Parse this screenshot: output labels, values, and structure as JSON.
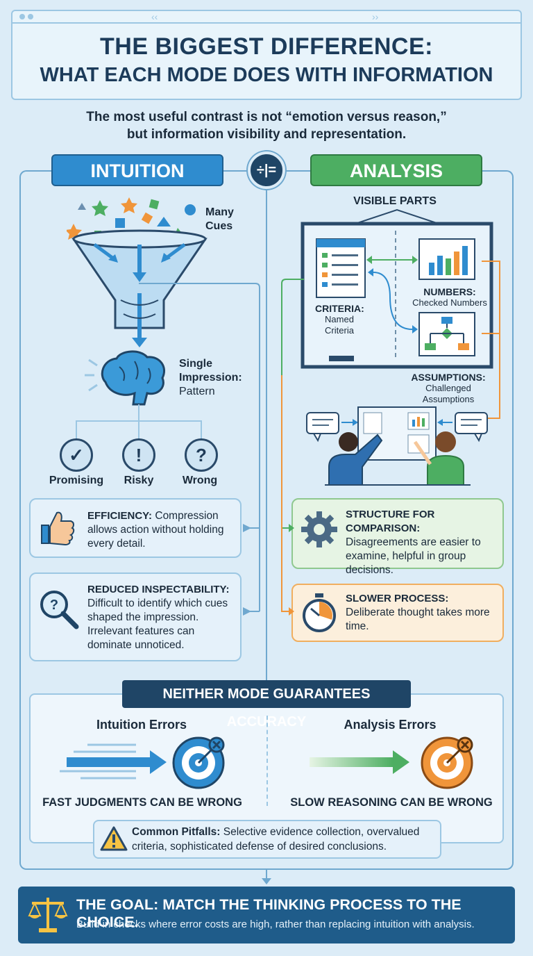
{
  "header": {
    "title_line1": "THE BIGGEST DIFFERENCE:",
    "title_line2": "WHAT EACH MODE DOES WITH INFORMATION",
    "subtitle_line1": "The most useful contrast is not “emotion versus reason,”",
    "subtitle_line2": "but information visibility and representation."
  },
  "center_badge": "÷|=",
  "intuition": {
    "label": "INTUITION",
    "cues_label": "Many\nCues",
    "impression_bold": "Single\nImpression:",
    "impression_text": "Pattern",
    "outcomes": [
      {
        "icon": "✓",
        "label": "Promising"
      },
      {
        "icon": "!",
        "label": "Risky"
      },
      {
        "icon": "?",
        "label": "Wrong"
      }
    ],
    "efficiency_title": "EFFICIENCY:",
    "efficiency_text": " Compression allows action without holding every detail.",
    "inspect_title": "REDUCED INSPECTABILITY:",
    "inspect_text": "Difficult to identify which cues shaped the impression. Irrelevant features can dominate unnoticed."
  },
  "analysis": {
    "label": "ANALYSIS",
    "visible_parts": "VISIBLE PARTS",
    "criteria_bold": "CRITERIA:",
    "criteria_text": "Named\nCriteria",
    "numbers_bold": "NUMBERS:",
    "numbers_text": "Checked Numbers",
    "assumptions_bold": "ASSUMPTIONS:",
    "assumptions_text": "Challenged\nAssumptions",
    "structure_title": "STRUCTURE FOR COMPARISON:",
    "structure_text": "Disagreements are easier to examine, helpful in group decisions.",
    "slower_title": "SLOWER PROCESS:",
    "slower_text": "Deliberate thought takes more time."
  },
  "neither": {
    "header": "NEITHER MODE GUARANTEES ACCURACY",
    "left_title": "Intuition Errors",
    "left_caption": "FAST JUDGMENTS CAN BE WRONG",
    "right_title": "Analysis Errors",
    "right_caption": "SLOW REASONING CAN BE WRONG",
    "pitfall_bold": "Common Pitfalls:",
    "pitfall_text": " Selective evidence collection, overvalued criteria, sophisticated defense of desired conclusions."
  },
  "goal": {
    "title": "THE GOAL: MATCH THE THINKING PROCESS TO THE CHOICE.",
    "text": "Build in checks where error costs are high, rather than replacing intuition with analysis."
  },
  "colors": {
    "intuition_blue": "#2f8ccf",
    "analysis_green": "#4dae62",
    "accent_orange": "#f0953a",
    "navy": "#1f4566"
  }
}
